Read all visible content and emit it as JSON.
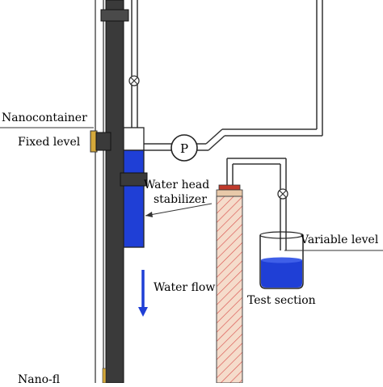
{
  "labels": {
    "nanocontainer": "Nanocontainer",
    "fixed_level": "Fixed level",
    "water_head": "Water head",
    "stabilizer": "stabilizer",
    "pump": "P",
    "variable_level": "Variable level",
    "water_flow": "Water flow",
    "test_section": "Test section",
    "nano_flow_partial": "Nano-fl"
  },
  "colors": {
    "post_dark": "#3a3a3a",
    "stabilizer_blue": "#1f3fd6",
    "beaker_water": "#1f3fd6",
    "arrow_blue": "#1f3fd6",
    "column_fill": "#f3d9c9",
    "column_hatch": "#d9534f",
    "fitting_red": "#c0392b",
    "nanocontainer_gold": "#d4a83a"
  }
}
